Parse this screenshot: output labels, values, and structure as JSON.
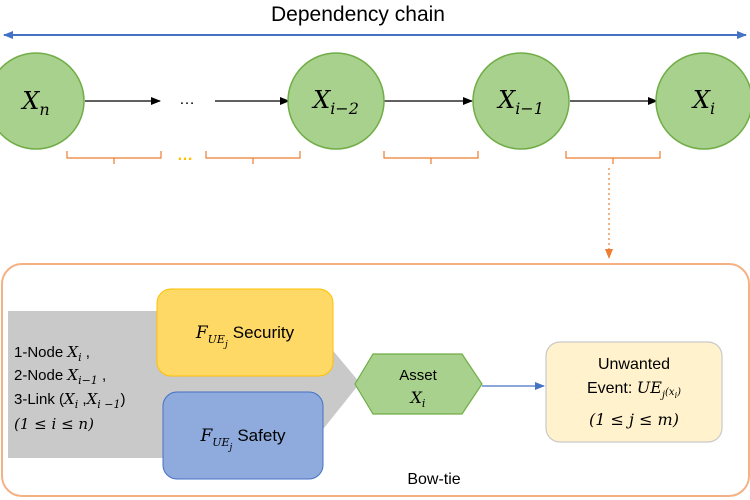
{
  "title": "Dependency chain",
  "chain": {
    "nodes": [
      {
        "base": "X",
        "sub": "n"
      },
      {
        "base": "X",
        "sub": "i−2"
      },
      {
        "base": "X",
        "sub": "i−1"
      },
      {
        "base": "X",
        "sub": "i"
      }
    ],
    "ellipsis": "…",
    "brace_ellipsis": "…"
  },
  "bowtie": {
    "label": "Bow-tie",
    "causes": {
      "line1_prefix": "1-Node ",
      "line1_suffix": " ,",
      "line2_prefix": "2-Node ",
      "line2_suffix": " ,",
      "line3_prefix": "3-Link (",
      "line3_mid": " ,",
      "line3_suffix": ")",
      "line4": "(1 ≤ i ≤ n)",
      "x_base": "X",
      "sub_i": "i",
      "sub_im1": "i−1",
      "sub_im1_spaced": "i −1"
    },
    "security": {
      "f": "F",
      "sub": "UE",
      "subsub": "j",
      "label": "Security"
    },
    "safety": {
      "f": "F",
      "sub": "UE",
      "subsub": "j",
      "label": "Safety"
    },
    "asset": {
      "line1": "Asset",
      "x_base": "X",
      "x_sub": "i"
    },
    "event": {
      "line1": "Unwanted",
      "line2_prefix": "Event: ",
      "ue": "UE",
      "ue_sub": "j",
      "ue_paren": "(x",
      "ue_paren_sub": "i",
      "ue_paren_close": ")",
      "line3": "(1 ≤ j ≤ m)"
    }
  },
  "colors": {
    "node_fill": "#a9d18e",
    "node_stroke": "#70ad47",
    "title_arrow": "#4472c4",
    "brace": "#ed7d31",
    "frame": "#f4b183",
    "security_fill": "#ffd966",
    "safety_fill": "#8faadc",
    "asset_fill": "#a9d18e",
    "event_fill": "#fff2cc",
    "causes_fill": "#c9c9c9"
  }
}
